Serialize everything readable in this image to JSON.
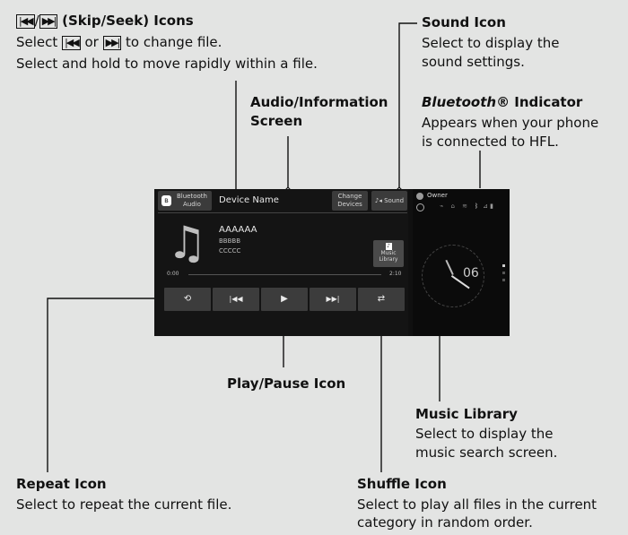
{
  "callouts": {
    "skip_seek": {
      "title": "(Skip/Seek) Icons",
      "line1_pre": "Select",
      "line1_mid": "or",
      "line1_post": "to change file.",
      "line2": "Select and hold to move rapidly within a file."
    },
    "sound": {
      "title": "Sound Icon",
      "line1": "Select to display the",
      "line2": "sound settings."
    },
    "audio_screen": {
      "title_line1": "Audio/Information",
      "title_line2": "Screen"
    },
    "bluetooth": {
      "title_italic": "Bluetooth",
      "title_rest": "® Indicator",
      "line1": "Appears when your phone",
      "line2": "is connected to HFL."
    },
    "play_pause": {
      "title": "Play/Pause Icon"
    },
    "music_library": {
      "title": "Music Library",
      "line1": "Select to display the",
      "line2": "music search screen."
    },
    "repeat": {
      "title": "Repeat Icon",
      "line1": "Select to repeat the current file."
    },
    "shuffle": {
      "title": "Shuffle Icon",
      "line1": "Select to play all files in the current",
      "line2": "category in random order."
    }
  },
  "screen": {
    "source_button_line1": "Bluetooth",
    "source_button_line2": "Audio",
    "device_name": "Device Name",
    "change_devices_line1": "Change",
    "change_devices_line2": "Devices",
    "sound_label": "Sound",
    "track_line1": "AAAAAA",
    "track_line2": "BBBBB",
    "track_line3": "CCCCC",
    "music_library_line1": "Music",
    "music_library_line2": "Library",
    "time_elapsed": "0:00",
    "time_total": "2:10",
    "owner": "Owner",
    "clock_digit": "06"
  }
}
